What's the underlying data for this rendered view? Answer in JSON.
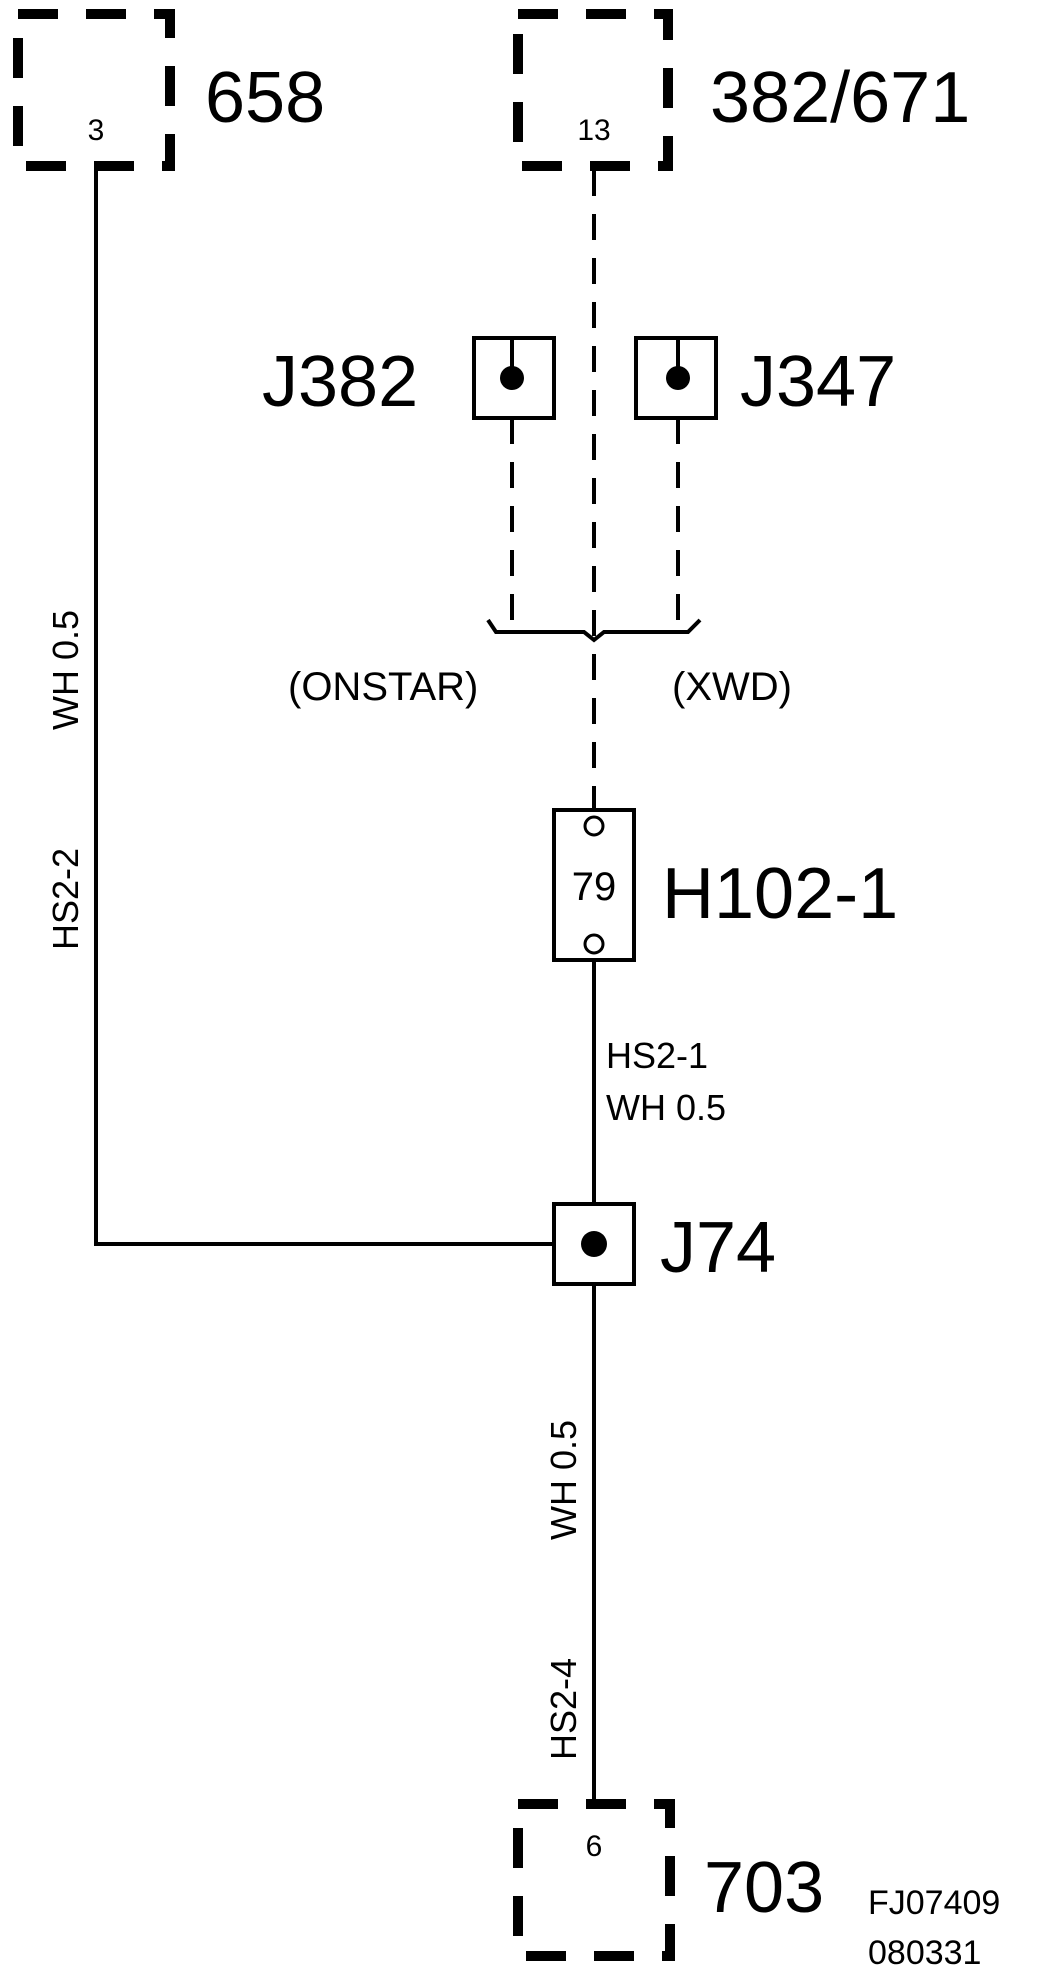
{
  "components": {
    "c658": {
      "label": "658",
      "pin": "3"
    },
    "c382": {
      "label": "382/671",
      "pin": "13"
    },
    "c703": {
      "label": "703",
      "pin": "6"
    }
  },
  "splices": {
    "j382": "J382",
    "j347": "J347",
    "j74": "J74"
  },
  "options": {
    "onstar": "(ONSTAR)",
    "xwd": "(XWD)"
  },
  "connector": {
    "label": "H102-1",
    "pin": "79"
  },
  "wires": {
    "left": {
      "circuit": "HS2-2",
      "spec": "WH  0.5"
    },
    "mid": {
      "circuit": "HS2-1",
      "spec": "WH  0.5"
    },
    "bottom": {
      "circuit": "HS2-4",
      "spec": "WH  0.5"
    }
  },
  "footer": {
    "code": "FJ07409",
    "date": "080331"
  }
}
